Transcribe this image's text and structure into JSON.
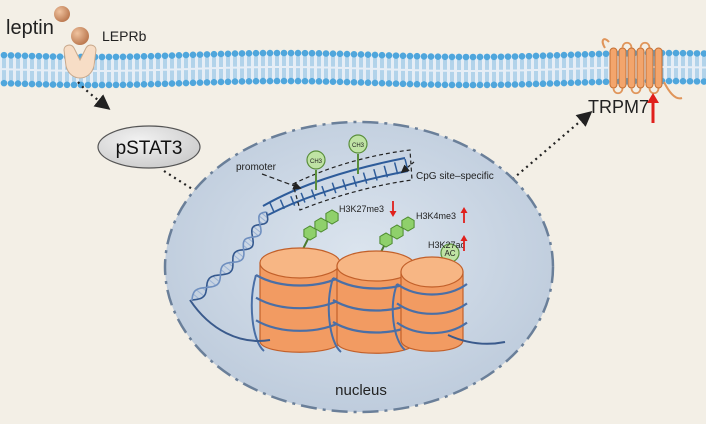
{
  "labels": {
    "leptin": "leptin",
    "receptor": "LEPRb",
    "pstat3": "pSTAT3",
    "channel": "TRPM7",
    "promoter": "promoter",
    "cpg": "CpG site–specific",
    "ch3": "CH3",
    "mark1": "H3K27me3",
    "mark2": "H3K4me3",
    "mark3": "H3K27ac",
    "ac": "AC",
    "nucleus": "nucleus"
  },
  "indicators": {
    "channel": "up",
    "mark1": "down",
    "mark2": "up",
    "mark3": "up"
  },
  "colors": {
    "background": "#f3efe6",
    "membrane_head": "#5aaee0",
    "membrane_tail": "#7fb8df",
    "receptor": "#f7ddc6",
    "leptin": "#cf8f64",
    "nucleus_fill": "#ccd8e6",
    "nucleus_border": "#6a7f99",
    "nucleosome": "#f29b62",
    "dna": "#3a5a8c",
    "histone_mark": "#8fcf6a",
    "arrow_up_down": "#e0201c",
    "pstat3_fill": "#dcdcdc"
  }
}
